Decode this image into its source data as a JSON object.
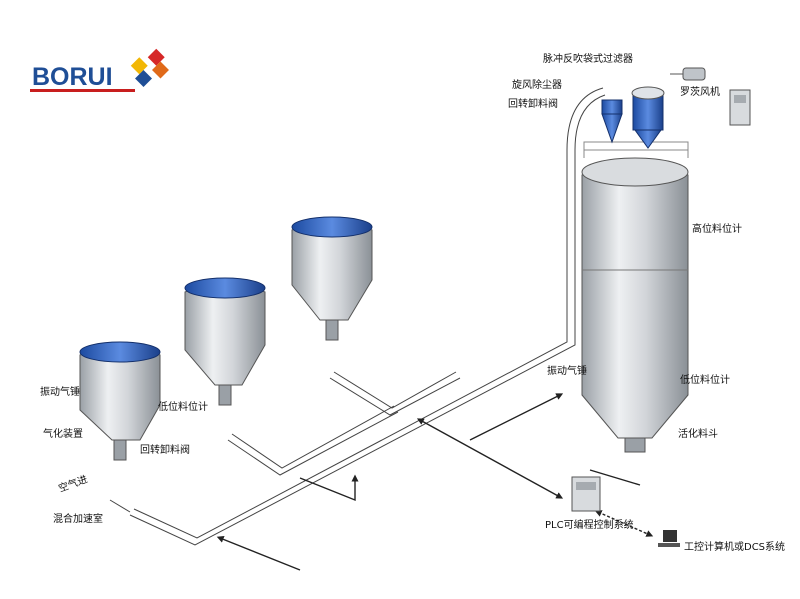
{
  "brand": {
    "name": "BORUI"
  },
  "labels": {
    "pulse_filter": "脉冲反吹袋式过滤器",
    "cyclone": "旋风除尘器",
    "rotary_valve_top": "回转卸料阀",
    "roots_blower": "罗茨风机",
    "high_level": "高位料位计",
    "vibrator_silo": "振动气锤",
    "low_level_silo": "低位料位计",
    "fluid_hopper": "活化料斗",
    "vibrator_small": "振动气锤",
    "gasify": "气化装置",
    "low_level_small": "低位料位计",
    "rotary_valve_small": "回转卸料阀",
    "air_in": "空气进",
    "mix_chamber": "混合加速室",
    "plc": "PLC可编程控制系统",
    "computer": "工控计算机或DCS系统"
  }
}
